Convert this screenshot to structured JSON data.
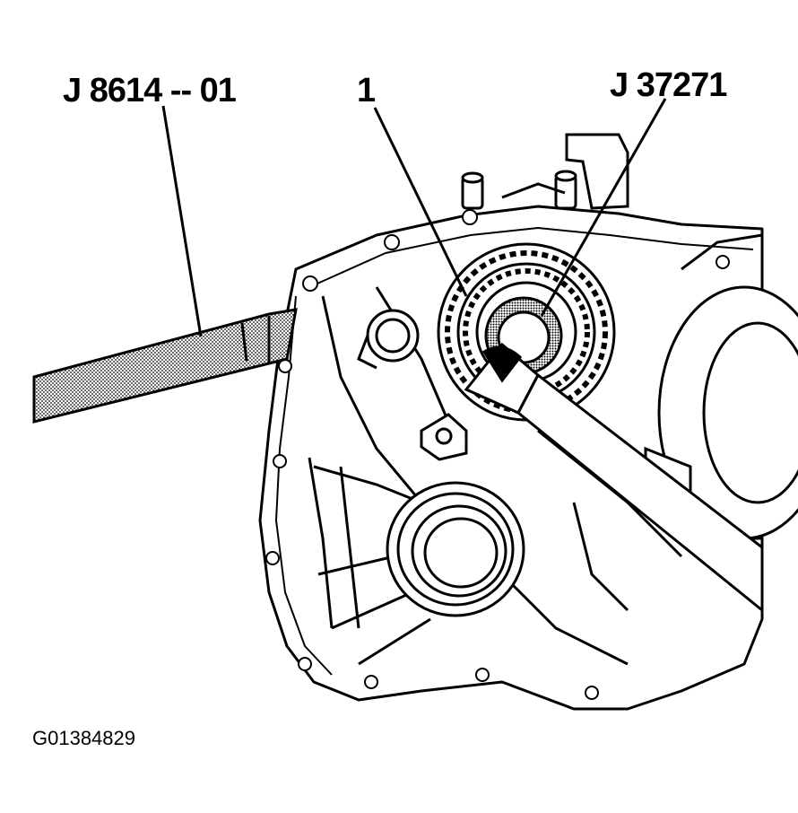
{
  "callouts": {
    "tool_left": "J 8614 -- 01",
    "part_number": "1",
    "tool_right": "J 37271"
  },
  "figure_id": "G01384829",
  "colors": {
    "ink": "#000000",
    "paper": "#ffffff"
  }
}
